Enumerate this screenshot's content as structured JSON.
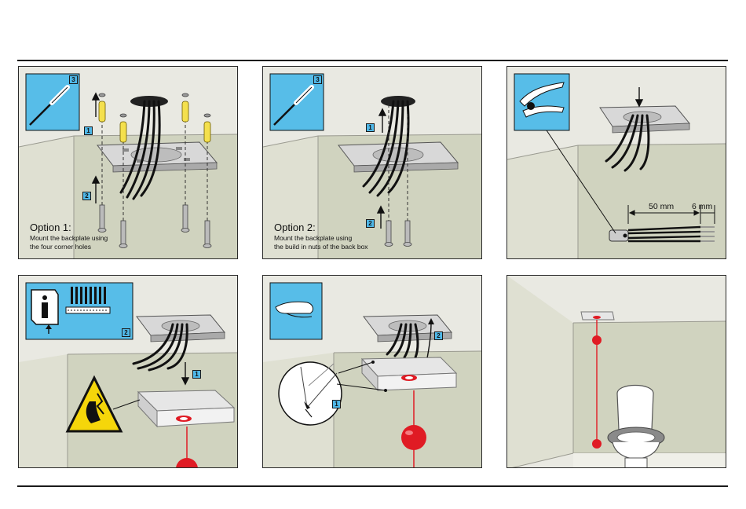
{
  "panels": [
    {
      "id": "p1",
      "tool_step": "3",
      "steps": [
        "1",
        "2"
      ],
      "title": "Option 1:",
      "lines": [
        "Mount the backplate using",
        "the four corner holes"
      ]
    },
    {
      "id": "p2",
      "tool_step": "3",
      "steps": [
        "1",
        "2"
      ],
      "title": "Option 2:",
      "lines": [
        "Mount the backplate using",
        "the build in nuts of the back box"
      ]
    },
    {
      "id": "p3",
      "dimensions": [
        "50 mm",
        "6 mm"
      ]
    },
    {
      "id": "p4",
      "steps": [
        "2",
        "1"
      ]
    },
    {
      "id": "p5",
      "steps": [
        "2",
        "1"
      ]
    },
    {
      "id": "p6"
    }
  ],
  "colors": {
    "tool_blue": "#57bde8",
    "wall": "#d0d3bf",
    "ceiling": "#e9e9e2",
    "pendant_red": "#e01b24",
    "plug_yellow": "#f4e04d",
    "warning_yellow": "#f5d60a"
  }
}
